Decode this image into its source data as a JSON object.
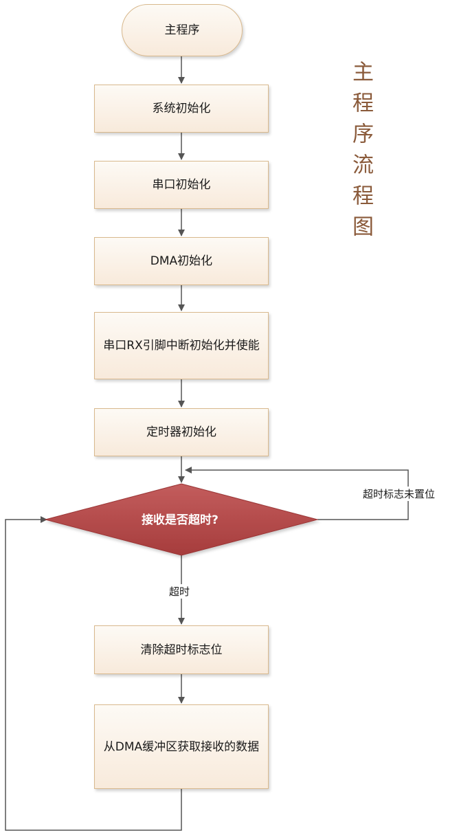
{
  "title": "主程序流程图",
  "nodes": {
    "start": "主程序",
    "sys_init": "系统初始化",
    "uart_init": "串口初始化",
    "dma_init": "DMA初始化",
    "rx_int_init": "串口RX引脚中断初始化并使能",
    "timer_init": "定时器初始化",
    "decision": "接收是否超时?",
    "clear_flag": "清除超时标志位",
    "get_data": "从DMA缓冲区获取接收的数据"
  },
  "edges": {
    "no_timeout": "超时标志未置位",
    "timeout": "超时"
  },
  "colors": {
    "box_border": "#d8b88c",
    "box_fill_top": "#fdfaf5",
    "box_fill_bottom": "#f8eadb",
    "decision_fill": "#b84a4a",
    "line": "#555555",
    "title": "#8a5a3a"
  }
}
